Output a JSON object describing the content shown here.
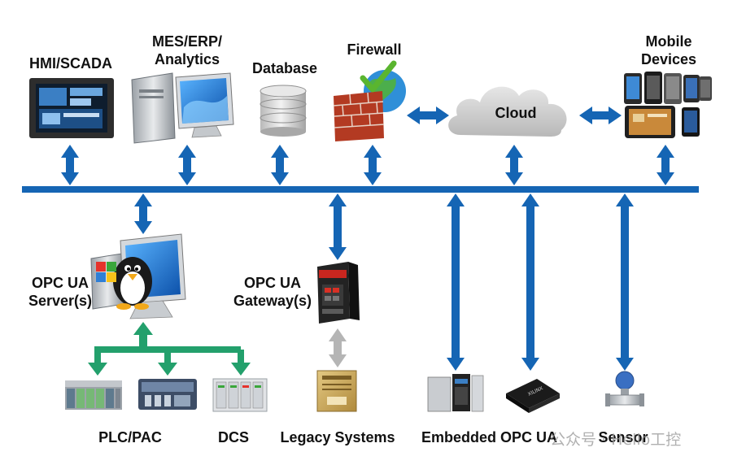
{
  "labels": {
    "hmi": "HMI/SCADA",
    "mes_line1": "MES/ERP/",
    "mes_line2": "Analytics",
    "database": "Database",
    "firewall": "Firewall",
    "cloud": "Cloud",
    "mobile_line1": "Mobile",
    "mobile_line2": "Devices",
    "opc_server_line1": "OPC UA",
    "opc_server_line2": "Server(s)",
    "opc_gateway_line1": "OPC UA",
    "opc_gateway_line2": "Gateway(s)",
    "plc": "PLC/PAC",
    "dcs": "DCS",
    "legacy": "Legacy Systems",
    "embedded": "Embedded OPC UA",
    "sensor": "Sensor"
  },
  "watermark": "公众号 · Hello工控",
  "colors": {
    "bus_blue": "#1565b4",
    "green": "#23a06c",
    "gray_arrow": "#b5b5b5"
  }
}
